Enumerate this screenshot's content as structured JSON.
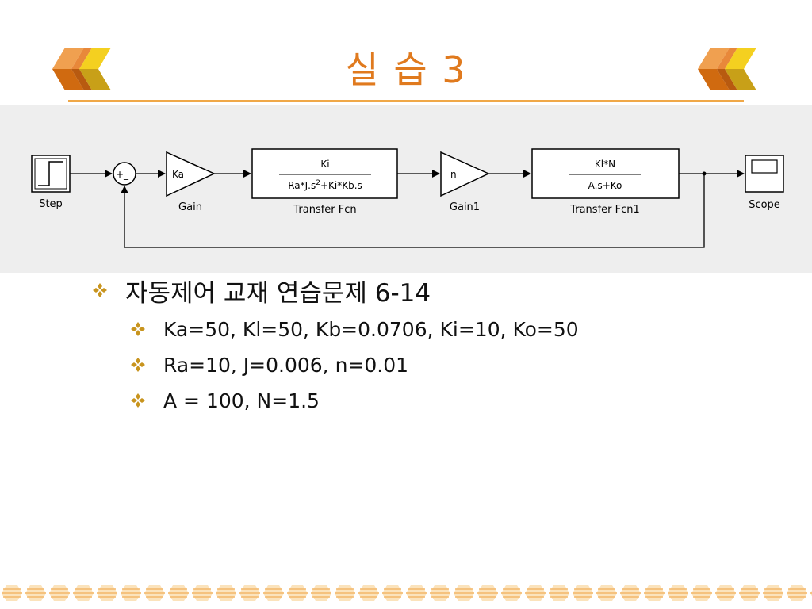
{
  "slide": {
    "title": "실 습 3",
    "bullets": [
      {
        "text": "자동제어 교재 연습문제 6-14",
        "children": [
          "Ka=50, Kl=50, Kb=0.0706, Ki=10, Ko=50",
          "Ra=10, J=0.006, n=0.01",
          "A = 100, N=1.5"
        ]
      }
    ]
  },
  "diagram": {
    "blocks": {
      "step": {
        "label": "Step"
      },
      "sum": {
        "signs": "+_"
      },
      "gain": {
        "param": "Ka",
        "label": "Gain"
      },
      "tf1": {
        "num": "Ki",
        "den_pre": "Ra*J.s",
        "den_exp": "2",
        "den_post": "+Ki*Kb.s",
        "label": "Transfer Fcn"
      },
      "gain1": {
        "param": "n",
        "label": "Gain1"
      },
      "tf2": {
        "num": "Kl*N",
        "den": "A.s+Ko",
        "label": "Transfer Fcn1"
      },
      "scope": {
        "label": "Scope"
      }
    }
  },
  "theme": {
    "title_color": "#e07a1e",
    "rule_color": "#f0a848",
    "bullet_color": "#c8941e",
    "panel_bg": "#eeeeee"
  }
}
